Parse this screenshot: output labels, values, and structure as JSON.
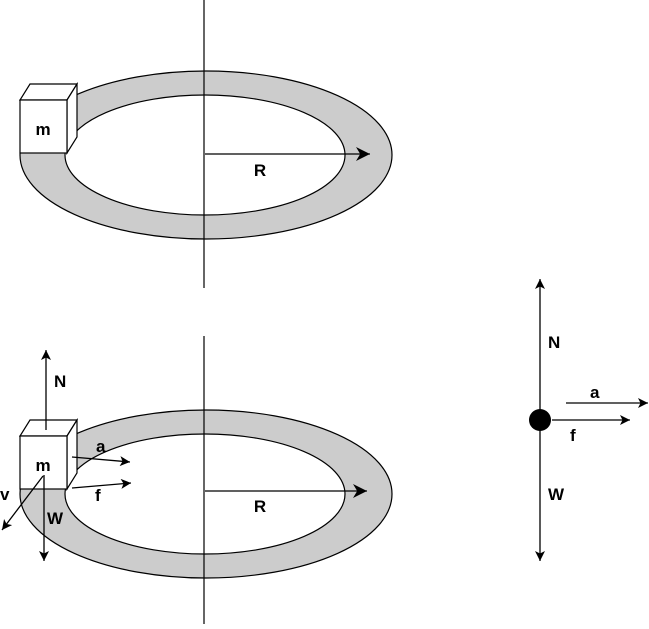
{
  "colors": {
    "background": "#ffffff",
    "ring_fill": "#cccccc",
    "stroke": "#000000"
  },
  "top_figure": {
    "mass_label": "m",
    "radius_label": "R"
  },
  "bottom_figure": {
    "mass_label": "m",
    "radius_label": "R",
    "normal_label": "N",
    "weight_label": "W",
    "acceleration_label": "a",
    "friction_label": "f",
    "velocity_label": "v"
  },
  "free_body_diagram": {
    "normal_label": "N",
    "weight_label": "W",
    "acceleration_label": "a",
    "friction_label": "f"
  }
}
